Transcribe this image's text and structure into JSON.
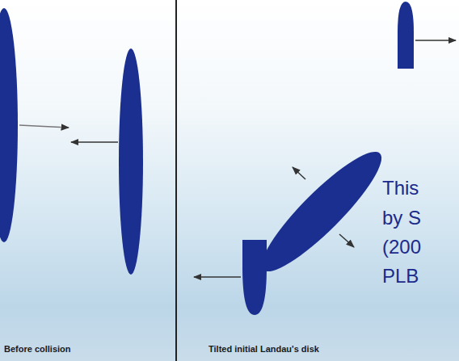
{
  "diagram": {
    "labels": [
      "This",
      "by S",
      "(200",
      "PLB",
      "Before collision",
      "Tilted initial Landau's disk"
    ]
  }
}
